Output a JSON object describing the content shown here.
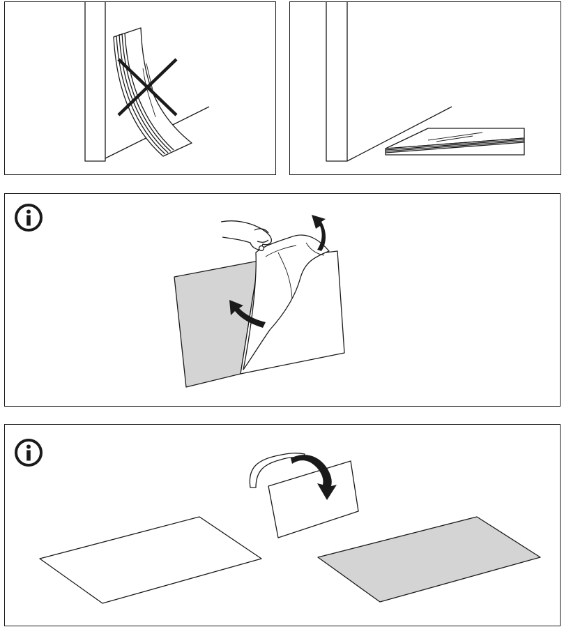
{
  "instruction_sheet": {
    "panels": [
      {
        "id": "store-upright-wrong",
        "marker": "cross-mark-icon"
      },
      {
        "id": "store-flat-correct",
        "marker": "none"
      },
      {
        "id": "peel-protective-film",
        "marker": "info-icon"
      },
      {
        "id": "turn-sheet-over",
        "marker": "info-icon"
      }
    ],
    "colors": {
      "line": "#1a1a1a",
      "sheet_fill": "#d4d4d4",
      "paper": "#ffffff"
    }
  }
}
